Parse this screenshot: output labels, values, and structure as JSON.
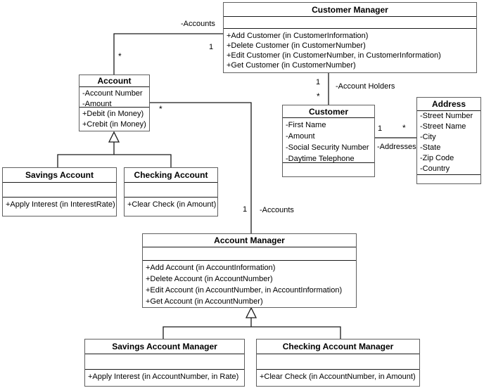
{
  "classes": {
    "customer_manager": {
      "title": "Customer Manager",
      "attributes": [],
      "operations": [
        "+Add Customer (in CustomerInformation)",
        "+Delete Customer (in CustomerNumber)",
        "+Edit Customer (in CustomerNumber, in CustomerInformation)",
        "+Get Customer (in CustomerNumber)"
      ]
    },
    "account": {
      "title": "Account",
      "attributes": [
        "-Account Number",
        "-Amount"
      ],
      "operations": [
        "+Debit (in Money)",
        "+Crebit (in Money)"
      ]
    },
    "customer": {
      "title": "Customer",
      "attributes": [
        "-First Name",
        "-Amount",
        "-Social Security Number",
        "-Daytime Telephone"
      ],
      "operations": []
    },
    "address": {
      "title": "Address",
      "attributes": [
        "-Street Number",
        "-Street Name",
        "-City",
        "-State",
        "-Zip Code",
        "-Country"
      ],
      "operations": []
    },
    "savings_account": {
      "title": "Savings Account",
      "attributes": [],
      "operations": [
        "+Apply Interest (in InterestRate)"
      ]
    },
    "checking_account": {
      "title": "Checking Account",
      "attributes": [],
      "operations": [
        "+Clear Check (in Amount)"
      ]
    },
    "account_manager": {
      "title": "Account Manager",
      "attributes": [],
      "operations": [
        "+Add Account (in AccountInformation)",
        "+Delete Account (in AccountNumber)",
        "+Edit Account (in AccountNumber, in AccountInformation)",
        "+Get Account (in AccountNumber)"
      ]
    },
    "savings_account_manager": {
      "title": "Savings Account Manager",
      "attributes": [],
      "operations": [
        "+Apply Interest (in AccountNumber, in Rate)"
      ]
    },
    "checking_account_manager": {
      "title": "Checking Account Manager",
      "attributes": [],
      "operations": [
        "+Clear Check (in AccountNumber, in Amount)"
      ]
    }
  },
  "associations": {
    "manager_accounts": {
      "role": "-Accounts",
      "mult_manager": "1",
      "mult_account": "*"
    },
    "manager_customers": {
      "role": "-Account Holders",
      "mult_manager": "1",
      "mult_customer": "*"
    },
    "customer_addresses": {
      "role": "-Addresses",
      "mult_customer": "1",
      "mult_address": "*"
    },
    "accountmanager_accounts": {
      "role": "-Accounts",
      "mult_manager": "1",
      "mult_account": "*"
    }
  },
  "colors": {
    "background": "#ffffff",
    "box_fill": "#ffffff",
    "box_border": "#5f5f5f",
    "line": "#1a1a1a",
    "text": "#000000"
  }
}
